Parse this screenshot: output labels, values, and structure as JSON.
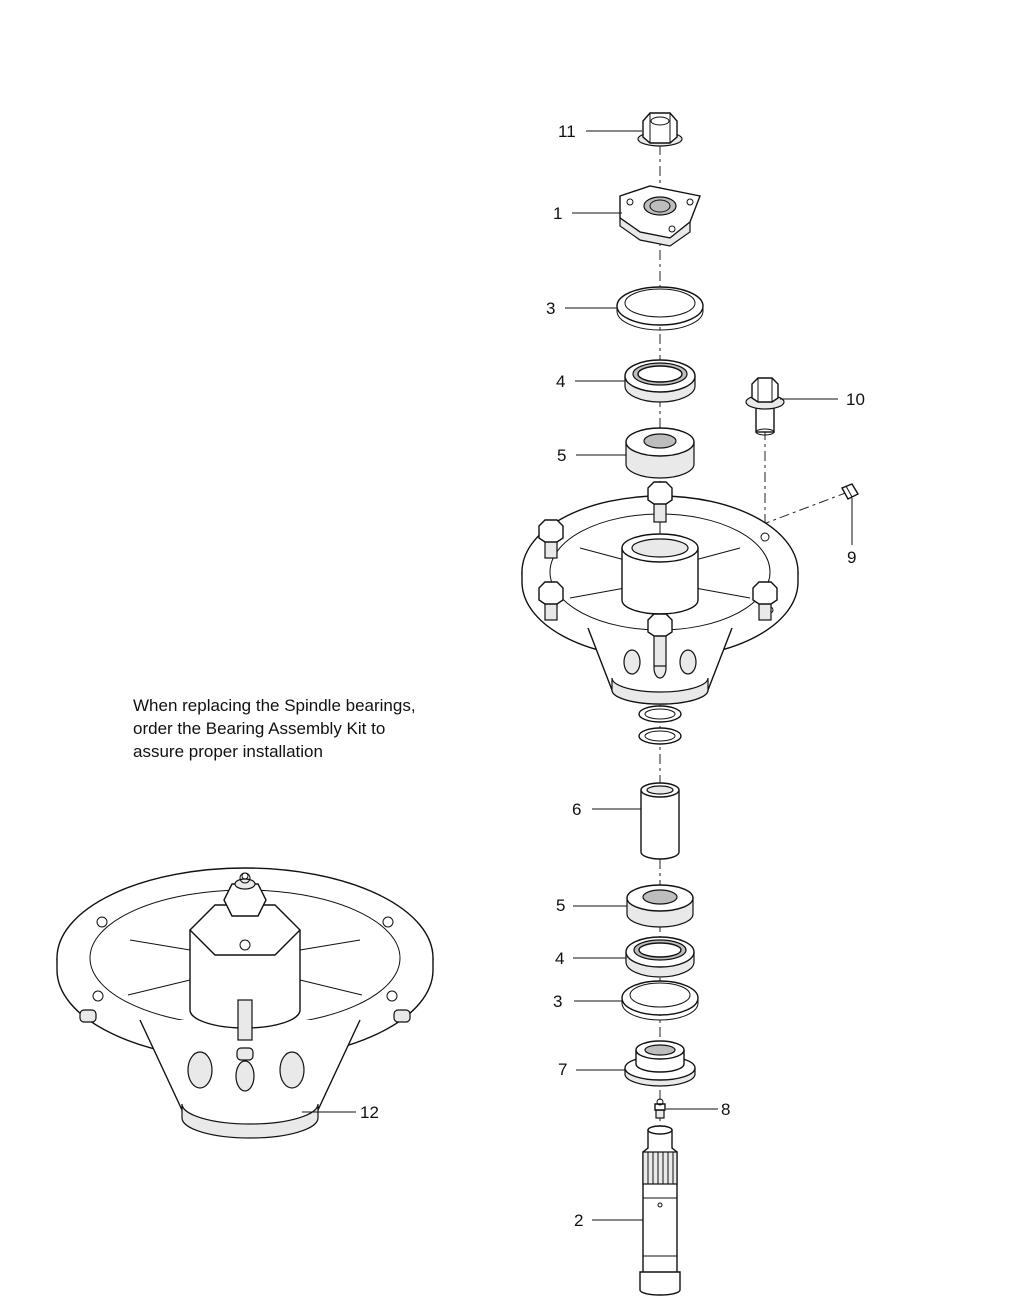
{
  "note": {
    "lines": [
      "When replacing the Spindle bearings,",
      "order the Bearing Assembly Kit to",
      "assure proper installation"
    ]
  },
  "callouts": {
    "c11": "11",
    "c1": "1",
    "c3a": "3",
    "c4a": "4",
    "c10": "10",
    "c5a": "5",
    "c9": "9",
    "c6": "6",
    "c5b": "5",
    "c4b": "4",
    "c3b": "3",
    "c7": "7",
    "c8": "8",
    "c12": "12",
    "c2": "2"
  }
}
